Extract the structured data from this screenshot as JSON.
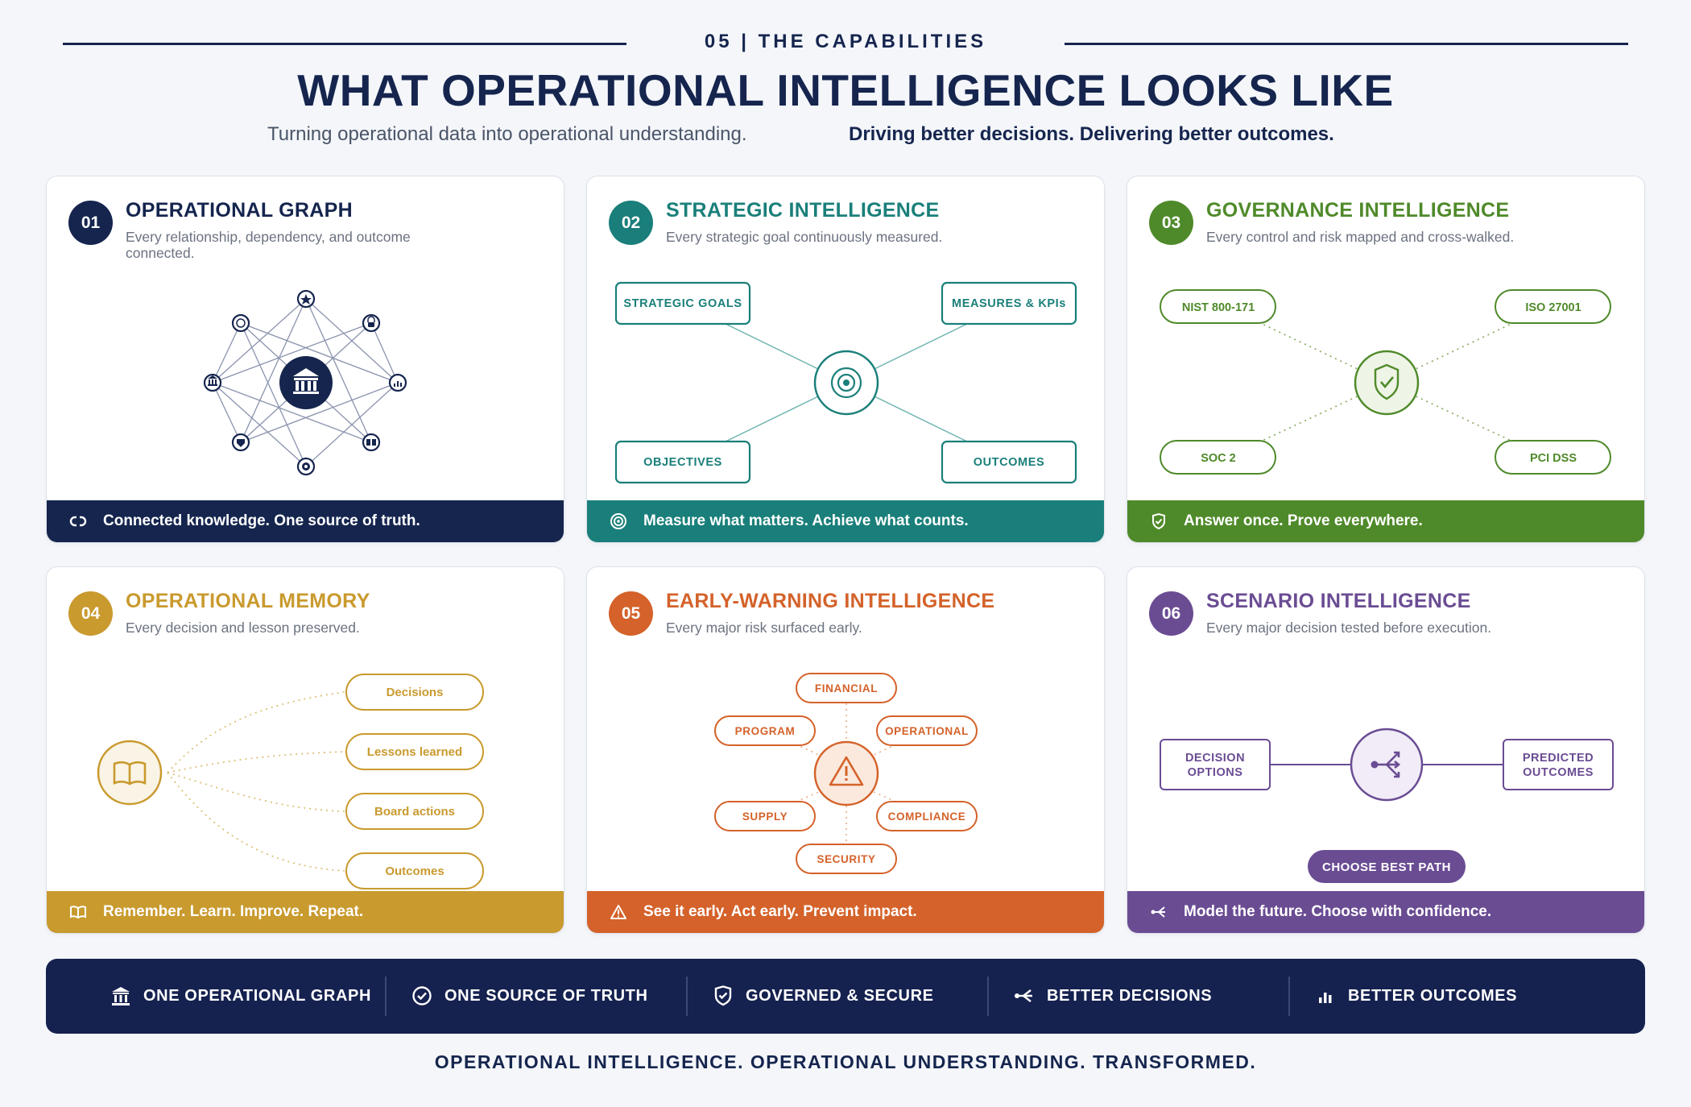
{
  "header": {
    "eyebrow": "05 | THE CAPABILITIES",
    "title": "WHAT OPERATIONAL INTELLIGENCE LOOKS LIKE",
    "subtitle_left": "Turning operational data into operational understanding.",
    "subtitle_right": "Driving better decisions. Delivering better outcomes."
  },
  "colors": {
    "navy": "#15254e",
    "teal": "#1a7f7a",
    "green": "#4f8a2a",
    "gold": "#c99a2e",
    "orange": "#d4622a",
    "purple": "#6a4c93"
  },
  "cards": [
    {
      "number": "01",
      "title": "OPERATIONAL GRAPH",
      "description": "Every relationship, dependency, and outcome connected.",
      "footer": "Connected knowledge. One source of truth.",
      "icon": "link-icon"
    },
    {
      "number": "02",
      "title": "STRATEGIC INTELLIGENCE",
      "description": "Every strategic goal continuously measured.",
      "footer": "Measure what matters. Achieve what counts.",
      "icon": "target-icon",
      "nodes": [
        "STRATEGIC GOALS",
        "MEASURES & KPIs",
        "OBJECTIVES",
        "OUTCOMES"
      ]
    },
    {
      "number": "03",
      "title": "GOVERNANCE INTELLIGENCE",
      "description": "Every control and risk mapped and cross-walked.",
      "footer": "Answer once. Prove everywhere.",
      "icon": "shield-check-icon",
      "nodes": [
        "NIST 800-171",
        "ISO 27001",
        "SOC 2",
        "PCI DSS"
      ]
    },
    {
      "number": "04",
      "title": "OPERATIONAL MEMORY",
      "description": "Every decision and lesson preserved.",
      "footer": "Remember. Learn. Improve. Repeat.",
      "icon": "book-icon",
      "nodes": [
        "Decisions",
        "Lessons learned",
        "Board actions",
        "Outcomes"
      ]
    },
    {
      "number": "05",
      "title": "EARLY-WARNING INTELLIGENCE",
      "description": "Every major risk surfaced early.",
      "footer": "See it early. Act early. Prevent impact.",
      "icon": "warning-icon",
      "nodes": [
        "FINANCIAL",
        "PROGRAM",
        "OPERATIONAL",
        "SUPPLY",
        "COMPLIANCE",
        "SECURITY"
      ]
    },
    {
      "number": "06",
      "title": "SCENARIO INTELLIGENCE",
      "description": "Every major decision tested before execution.",
      "footer": "Model the future. Choose with confidence.",
      "icon": "branch-icon",
      "left_node": [
        "DECISION",
        "OPTIONS"
      ],
      "right_node": [
        "PREDICTED",
        "OUTCOMES"
      ],
      "button": "CHOOSE BEST PATH"
    }
  ],
  "bottom_bar": [
    {
      "label": "ONE OPERATIONAL GRAPH",
      "icon": "bank-icon"
    },
    {
      "label": "ONE SOURCE OF TRUTH",
      "icon": "check-circle-icon"
    },
    {
      "label": "GOVERNED & SECURE",
      "icon": "shield-check-icon"
    },
    {
      "label": "BETTER DECISIONS",
      "icon": "branch-icon"
    },
    {
      "label": "BETTER OUTCOMES",
      "icon": "bar-chart-icon"
    }
  ],
  "tagline": "OPERATIONAL INTELLIGENCE. OPERATIONAL UNDERSTANDING. TRANSFORMED."
}
